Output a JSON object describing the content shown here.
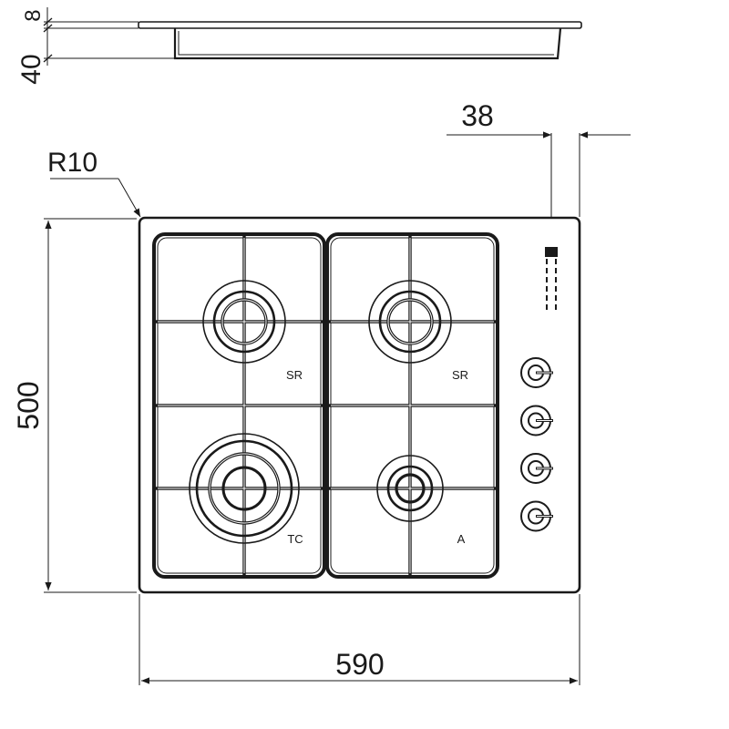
{
  "dimensions": {
    "top_thickness": "8",
    "body_depth": "40",
    "frame_width": "38",
    "corner_radius": "R10",
    "height": "500",
    "width": "590"
  },
  "burners": [
    {
      "label": "SR",
      "type": "semi-rapid"
    },
    {
      "label": "SR",
      "type": "semi-rapid"
    },
    {
      "label": "TC",
      "type": "triple-crown"
    },
    {
      "label": "A",
      "type": "auxiliary"
    }
  ],
  "knobs": {
    "count": 4
  },
  "colors": {
    "line": "#1a1a1a",
    "background": "#ffffff"
  }
}
